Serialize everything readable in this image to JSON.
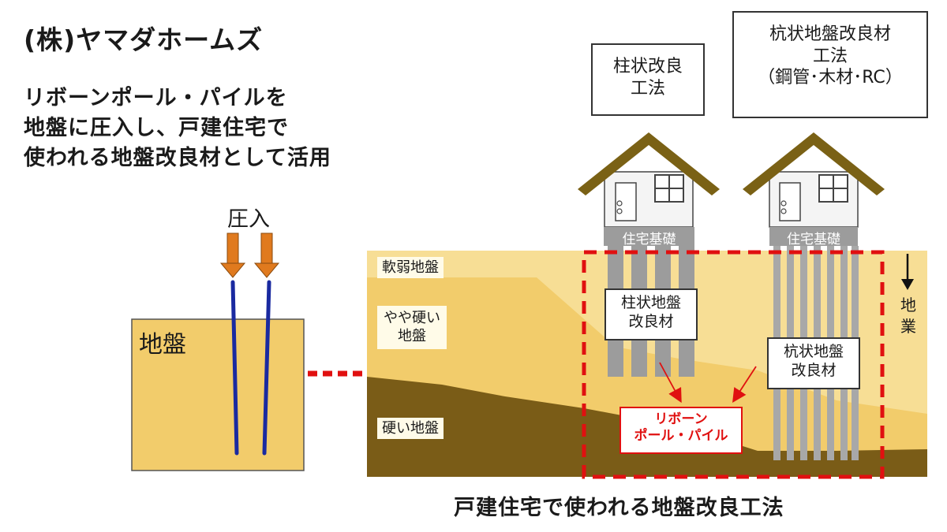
{
  "company": "(株)ヤマダホームズ",
  "description": [
    "リボーンポール・パイルを",
    "地盤に圧入し、戸建住宅で",
    "使われる地盤改良材として活用"
  ],
  "left_panel": {
    "press_label": "圧入",
    "ground_label": "地盤"
  },
  "method_columnar": {
    "title_lines": [
      "柱状改良",
      "工法"
    ],
    "foundation": "住宅基礎",
    "material_lines": [
      "柱状地盤",
      "改良材"
    ]
  },
  "method_pile": {
    "title_lines": [
      "杭状地盤改良材",
      "工法",
      "（鋼管･木材･RC）"
    ],
    "foundation": "住宅基礎",
    "material_lines": [
      "杭状地盤",
      "改良材"
    ]
  },
  "ground_layers": {
    "soft": "軟弱地盤",
    "medium_lines": [
      "やや硬い",
      "地盤"
    ],
    "hard": "硬い地盤"
  },
  "bearing_layer": [
    "地",
    "業"
  ],
  "reborn_label_lines": [
    "リボーン",
    "ポール・パイル"
  ],
  "caption": "戸建住宅で使われる地盤改良工法",
  "colors": {
    "soil_light": "#f7de95",
    "soil_mid": "#f2cc6b",
    "soil_hard": "#7a5c17",
    "roof": "#7a6115",
    "accent_red": "#e01010",
    "arrow_orange": "#e07a1e",
    "rod_blue": "#1a2aa0",
    "pile_gray": "#9c9c9c"
  }
}
